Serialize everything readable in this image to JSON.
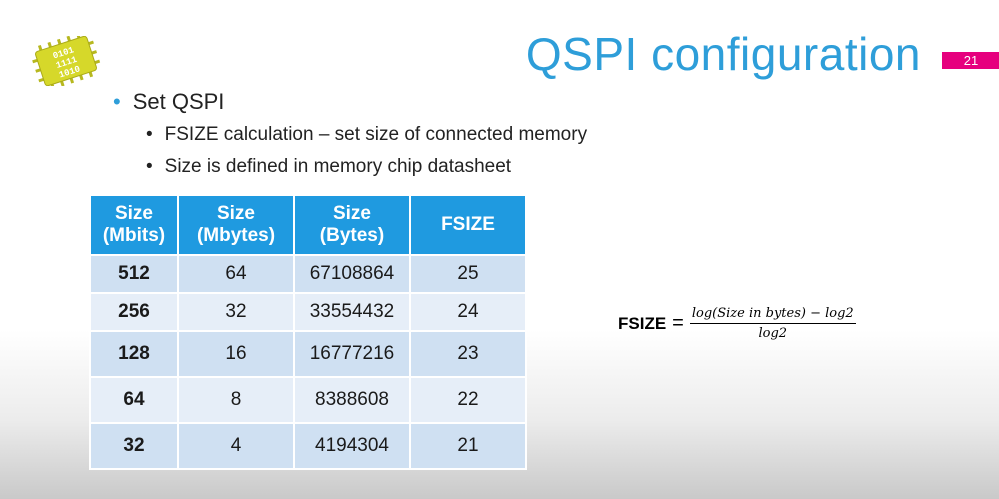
{
  "slide": {
    "title": "QSPI configuration",
    "page_number": "21",
    "colors": {
      "accent": "#2e9ed9",
      "badge": "#e6007e",
      "table_header": "#1f9ae0"
    },
    "logo": {
      "icon": "chip-binary-icon",
      "lines": [
        "0101",
        "1111",
        "1010"
      ]
    }
  },
  "bullets": {
    "level1": "Set QSPI",
    "level2": [
      "FSIZE calculation – set size of connected memory",
      "Size is defined in memory chip datasheet"
    ]
  },
  "table": {
    "headers": [
      {
        "line1": "Size",
        "line2": "(Mbits)"
      },
      {
        "line1": "Size",
        "line2": "(Mbytes)"
      },
      {
        "line1": "Size",
        "line2": "(Bytes)"
      },
      {
        "line1": "FSIZE",
        "line2": ""
      }
    ],
    "rows": [
      [
        "512",
        "64",
        "67108864",
        "25"
      ],
      [
        "256",
        "32",
        "33554432",
        "24"
      ],
      [
        "128",
        "16",
        "16777216",
        "23"
      ],
      [
        "64",
        "8",
        "8388608",
        "22"
      ],
      [
        "32",
        "4",
        "4194304",
        "21"
      ]
    ]
  },
  "formula": {
    "label": "FSIZE",
    "equals": "=",
    "numerator": "log(Size in bytes) − log2",
    "denominator": "log2"
  }
}
